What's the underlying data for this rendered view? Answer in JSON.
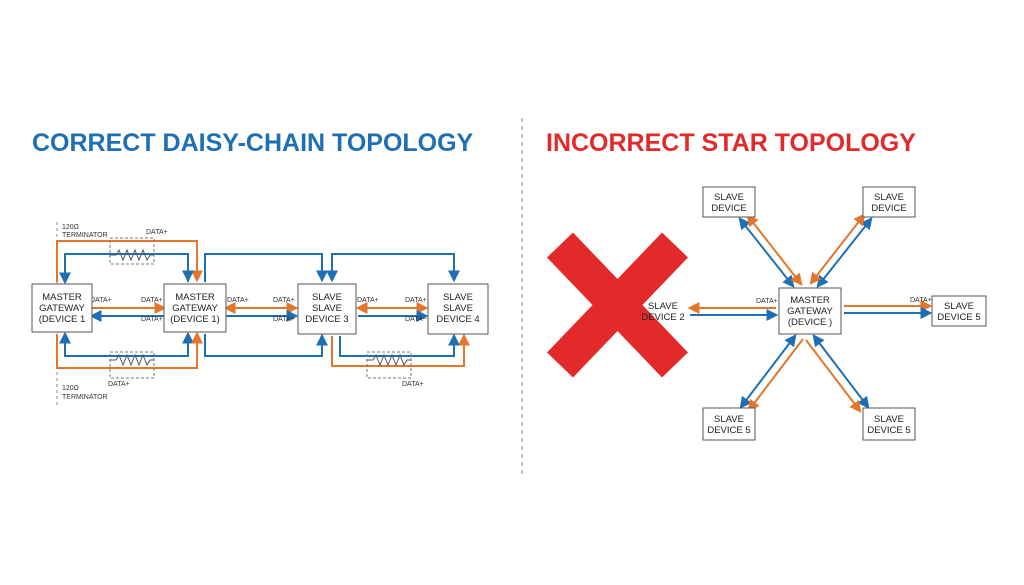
{
  "colors": {
    "blue": "#1f6fb5",
    "orange": "#e2762b",
    "red": "#e22a2a",
    "title_blue": "#1f6fb5",
    "title_red": "#e22a2a"
  },
  "left": {
    "title": "CORRECT DAISY-CHAIN TOPOLOGY",
    "terminator_top_1": "120Ω",
    "terminator_top_2": "TERMINATOR",
    "terminator_bottom_1": "120Ω",
    "terminator_bottom_2": "TERMINATOR",
    "devices": [
      {
        "line1": "MASTER",
        "line2": "GATEWAY",
        "line3": "(DEVICE 1"
      },
      {
        "line1": "MASTER",
        "line2": "GATEWAY",
        "line3": "(DEVICE 1)"
      },
      {
        "line1": "SLAVE",
        "line2": "SLAVE",
        "line3": "DEVICE 3"
      },
      {
        "line1": "SLAVE",
        "line2": "SLAVE",
        "line3": "DEVICE 4"
      }
    ],
    "data_labels": {
      "top_res": "DATA+",
      "bottom_res1": "DATA+",
      "bottom_res2": "DATA+",
      "d1_out": "DATA+",
      "d2_in_top": "DATA+",
      "d2_in_bot": "DATA+",
      "d2_out": "DATA+",
      "d3_in_top": "DATA+",
      "d3_in_bot": "DATA+",
      "d3_out": "DATA+",
      "d4_in_top": "DATA+",
      "d4_in_bot": "DATA−"
    }
  },
  "right": {
    "title": "INCORRECT STAR TOPOLOGY",
    "hub": {
      "line1": "MASTER",
      "line2": "GATEWAY",
      "line3": "(DEVICE )"
    },
    "nodes": {
      "top_left": {
        "line1": "SLAVE",
        "line2": "DEVICE"
      },
      "top_right": {
        "line1": "SLAVE",
        "line2": "DEVICE"
      },
      "left": {
        "line1": "SLAVE",
        "line2": "DEVICE 2"
      },
      "right": {
        "line1": "SLAVE",
        "line2": "DEVICE 5"
      },
      "bottom_left": {
        "line1": "SLAVE",
        "line2": "DEVICE 5"
      },
      "bottom_right": {
        "line1": "SLAVE",
        "line2": "DEVICE 5"
      }
    },
    "data_labels": {
      "left": "DATA+",
      "right": "DATA+"
    }
  }
}
